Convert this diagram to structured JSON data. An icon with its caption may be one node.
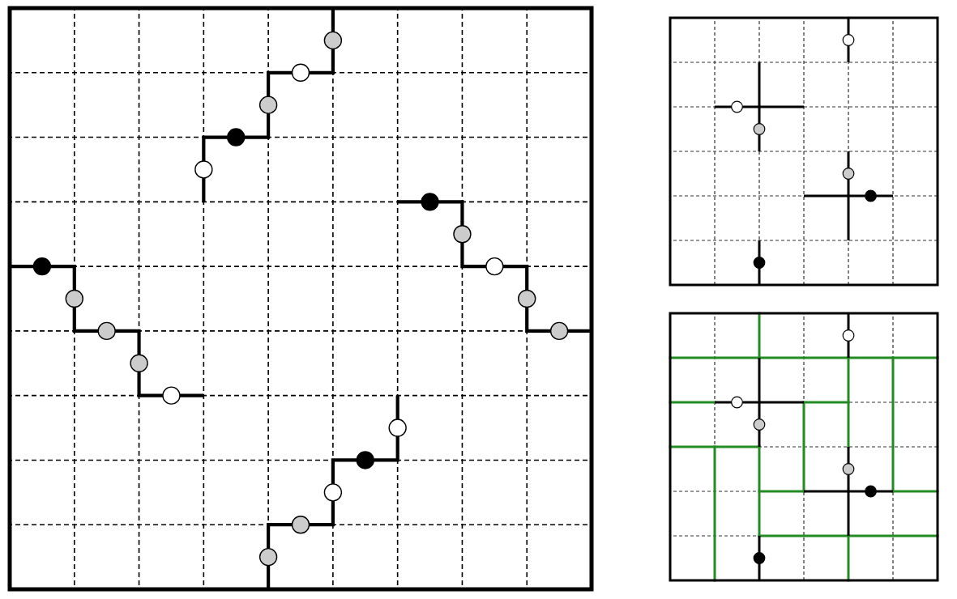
{
  "diagram": {
    "nodes": [
      {
        "text": [],
        "shape": "circle"
      },
      {
        "text": [],
        "shape": "circle"
      },
      {
        "text": [],
        "shape": "circle"
      },
      {
        "text": [],
        "shape": "circle"
      },
      {
        "text": [],
        "shape": "circle"
      },
      {
        "text": [],
        "shape": "circle"
      },
      {
        "text": [],
        "shape": "circle"
      },
      {
        "text": [],
        "shape": "circle"
      },
      {
        "text": [],
        "shape": "circle"
      },
      {
        "text": [],
        "shape": "circle"
      },
      {
        "text": [],
        "shape": "circle"
      },
      {
        "text": [],
        "shape": "circle"
      },
      {
        "text": [],
        "shape": "circle"
      },
      {
        "text": [],
        "shape": "circle"
      },
      {
        "text": [],
        "shape": "circle"
      },
      {
        "text": [],
        "shape": "circle"
      },
      {
        "text": [],
        "shape": "circle"
      },
      {
        "text": [],
        "shape": "circle"
      },
      {
        "text": [],
        "shape": "circle"
      },
      {
        "text": [],
        "shape": "circle"
      },
      {
        "text": [],
        "shape": "circle"
      },
      {
        "text": [],
        "shape": "circle"
      },
      {
        "text": [],
        "shape": "circle"
      },
      {
        "text": [],
        "shape": "circle"
      },
      {
        "text": [],
        "shape": "circle"
      },
      {
        "text": [],
        "shape": "circle"
      },
      {
        "text": [],
        "shape": "circle"
      },
      {
        "text": [],
        "shape": "circle"
      },
      {
        "text": [],
        "shape": "circle"
      },
      {
        "text": [],
        "shape": "circle"
      },
      {
        "text": [],
        "shape": "circle"
      },
      {
        "text": [],
        "shape": "circle"
      }
    ],
    "edges": [
      {
        "from": 0,
        "to": 1,
        "arrow": "none"
      },
      {
        "from": 1,
        "to": 2,
        "arrow": "none"
      },
      {
        "from": 2,
        "to": 3,
        "arrow": "none"
      },
      {
        "from": 3,
        "to": 4,
        "arrow": "none"
      },
      {
        "from": 5,
        "to": 6,
        "arrow": "none"
      },
      {
        "from": 6,
        "to": 7,
        "arrow": "none"
      },
      {
        "from": 7,
        "to": 8,
        "arrow": "none"
      },
      {
        "from": 8,
        "to": 9,
        "arrow": "none"
      },
      {
        "from": 10,
        "to": 11,
        "arrow": "none"
      },
      {
        "from": 11,
        "to": 12,
        "arrow": "none"
      },
      {
        "from": 12,
        "to": 13,
        "arrow": "none"
      },
      {
        "from": 13,
        "to": 14,
        "arrow": "none"
      },
      {
        "from": 15,
        "to": 16,
        "arrow": "none"
      },
      {
        "from": 16,
        "to": 17,
        "arrow": "none"
      },
      {
        "from": 17,
        "to": 18,
        "arrow": "none"
      },
      {
        "from": 18,
        "to": 19,
        "arrow": "none"
      },
      {
        "from": 21,
        "to": 22,
        "arrow": "none"
      },
      {
        "from": 23,
        "to": 24,
        "arrow": "none"
      },
      {
        "from": 27,
        "to": 28,
        "arrow": "none"
      },
      {
        "from": 29,
        "to": 30,
        "arrow": "none"
      }
    ]
  }
}
